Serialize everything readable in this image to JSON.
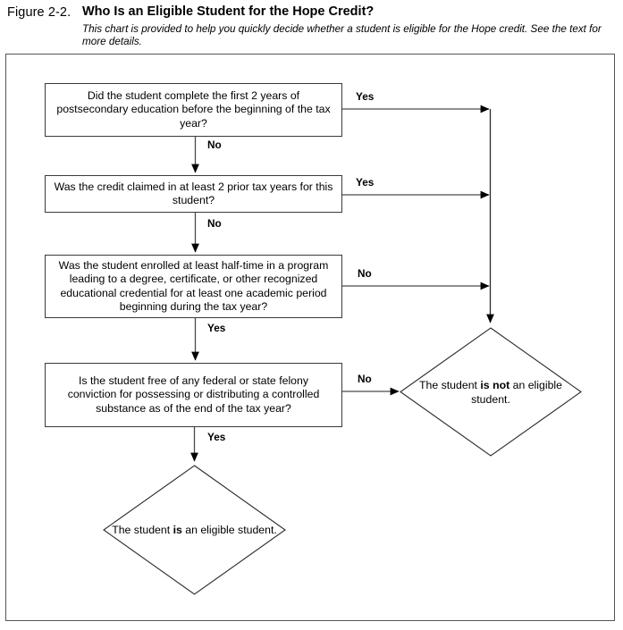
{
  "header": {
    "figure_label": "Figure 2-2.",
    "title": "Who Is an Eligible Student for the Hope Credit?",
    "subtitle": "This chart is provided to help you quickly decide whether a student is eligible for the Hope credit. See the text for more details."
  },
  "chart_data": {
    "type": "diagram",
    "title": "Who Is an Eligible Student for the Hope Credit?",
    "nodes": [
      {
        "id": "q1",
        "shape": "process-box",
        "text": "Did the student complete the first 2 years of postsecondary education before the beginning of the tax year?"
      },
      {
        "id": "q2",
        "shape": "process-box",
        "text": "Was the credit claimed in at least 2 prior tax years for this student?"
      },
      {
        "id": "q3",
        "shape": "process-box",
        "text": "Was the student enrolled at least half-time in a program leading to a degree, certificate, or other recognized educational credential for at least one academic period beginning during the tax year?"
      },
      {
        "id": "q4",
        "shape": "process-box",
        "text": "Is the student free of any federal or state felony conviction for possessing or distributing a controlled substance as of the end of the tax year?"
      },
      {
        "id": "not_eligible",
        "shape": "diamond",
        "text_parts": [
          "The student ",
          "is not",
          " an eligible student."
        ]
      },
      {
        "id": "eligible",
        "shape": "diamond",
        "text_parts": [
          "The student ",
          "is",
          " an eligible student."
        ]
      }
    ],
    "edges": [
      {
        "from": "q1",
        "to": "not_eligible",
        "label": "Yes",
        "direction": "right"
      },
      {
        "from": "q1",
        "to": "q2",
        "label": "No",
        "direction": "down"
      },
      {
        "from": "q2",
        "to": "not_eligible",
        "label": "Yes",
        "direction": "right"
      },
      {
        "from": "q2",
        "to": "q3",
        "label": "No",
        "direction": "down"
      },
      {
        "from": "q3",
        "to": "not_eligible",
        "label": "No",
        "direction": "right"
      },
      {
        "from": "q3",
        "to": "q4",
        "label": "Yes",
        "direction": "down"
      },
      {
        "from": "q4",
        "to": "not_eligible",
        "label": "No",
        "direction": "right"
      },
      {
        "from": "q4",
        "to": "eligible",
        "label": "Yes",
        "direction": "down"
      }
    ]
  },
  "boxes": {
    "q1": "Did the student complete the first 2 years of postsecondary education before the beginning of the tax year?",
    "q2": "Was the credit claimed in at least 2 prior tax years for this student?",
    "q3": "Was the student enrolled at least half-time in a program leading to a degree, certificate, or other recognized educational credential for at least one academic period beginning during the tax year?",
    "q4": "Is the student free of any federal or state felony conviction for possessing or distributing a controlled substance as of the end of the tax year?"
  },
  "outcomes": {
    "not_eligible_pre": "The student ",
    "not_eligible_strong": "is not",
    "not_eligible_post": " an eligible student.",
    "eligible_pre": "The student ",
    "eligible_strong": "is",
    "eligible_post": " an eligible student."
  },
  "edge_labels": {
    "yes1": "Yes",
    "no1": "No",
    "yes2": "Yes",
    "no2": "No",
    "no3": "No",
    "yes3": "Yes",
    "no4": "No",
    "yes4": "Yes"
  },
  "colors": {
    "frame_border": "#555555",
    "box_border": "#3a3a3a",
    "line": "#4a4a4a",
    "arrow": "#000000",
    "text": "#000000",
    "background": "#ffffff"
  }
}
